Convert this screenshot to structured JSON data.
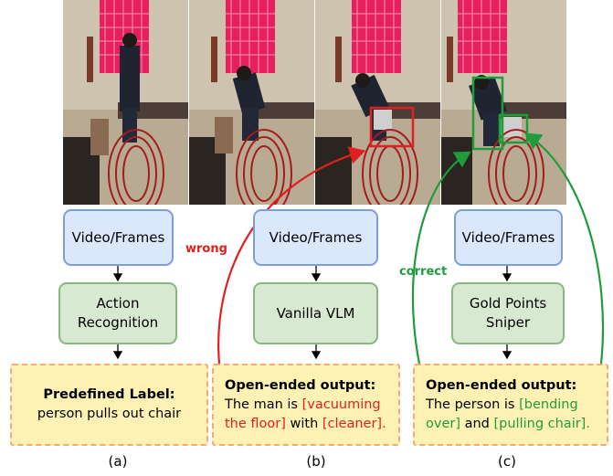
{
  "figure": {
    "panels": [
      {
        "id": "a",
        "input_box": "Video/Frames",
        "model_box_line1": "Action",
        "model_box_line2": "Recognition",
        "output_heading": "Predefined Label:",
        "output_text": "person pulls out chair",
        "label": "(a)"
      },
      {
        "id": "b",
        "input_box": "Video/Frames",
        "model_box": "Vanilla VLM",
        "output_heading": "Open-ended output:",
        "output_line1_plain": "The man is ",
        "output_line1_highlight": "[vacuuming",
        "output_line2_highlight1": "the floor]",
        "output_line2_plain": " with ",
        "output_line2_highlight2": "[cleaner].",
        "tag": "wrong",
        "label": "(b)"
      },
      {
        "id": "c",
        "input_box": "Video/Frames",
        "model_box_line1": "Gold Points",
        "model_box_line2": "Sniper",
        "output_heading": "Open-ended output:",
        "output_line1_plain": "The person is ",
        "output_line1_highlight": "[bending",
        "output_line2_highlight1": "over]",
        "output_line2_plain": " and ",
        "output_line2_highlight2": "[pulling chair].",
        "tag": "correct",
        "label": "(c)"
      }
    ],
    "colors": {
      "wrong": "#e02020",
      "correct": "#1f9d3a",
      "input_fill": "#dbe7fa",
      "model_fill": "#d8e9d2",
      "output_fill": "#fdf2b3"
    }
  }
}
